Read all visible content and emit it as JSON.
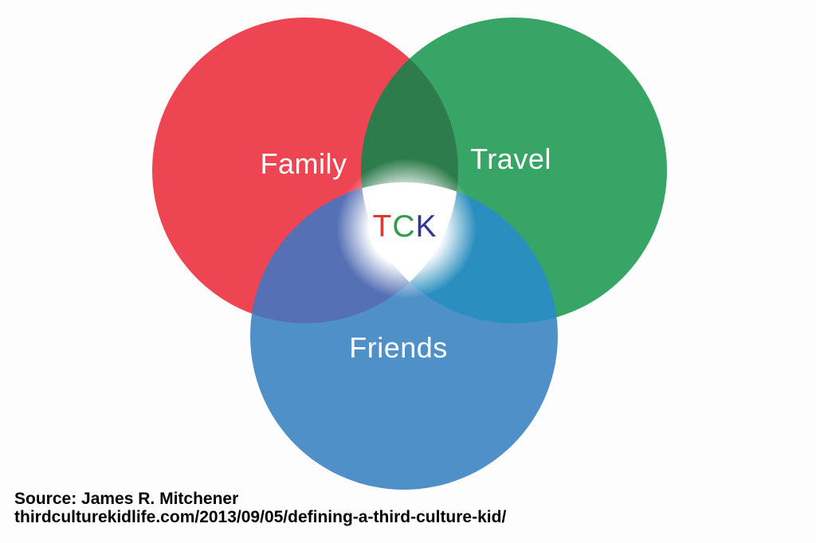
{
  "diagram": {
    "type": "venn-3-circles",
    "background": "#fdfdfd",
    "circles": [
      {
        "id": "family",
        "label": "Family",
        "color": "#ee4553",
        "label_color": "#ffffff"
      },
      {
        "id": "travel",
        "label": "Travel",
        "color": "#36a565",
        "label_color": "#ffffff"
      },
      {
        "id": "friends",
        "label": "Friends",
        "color": "#4f90c8",
        "label_color": "#ffffff"
      }
    ],
    "overlaps": {
      "family_travel": "#2e7c4c",
      "family_friends": "#5570b4",
      "travel_friends": "#2a8ebe",
      "center_fill": "#ffffff"
    },
    "center": {
      "label": "TCK",
      "letters": [
        {
          "char": "T",
          "color": "#d93a31"
        },
        {
          "char": "C",
          "color": "#2f9e4a"
        },
        {
          "char": "K",
          "color": "#32349b"
        }
      ]
    }
  },
  "source": {
    "line1": "Source: James R. Mitchener",
    "line2": "thirdculturekidlife.com/2013/09/05/defining-a-third-culture-kid/"
  }
}
